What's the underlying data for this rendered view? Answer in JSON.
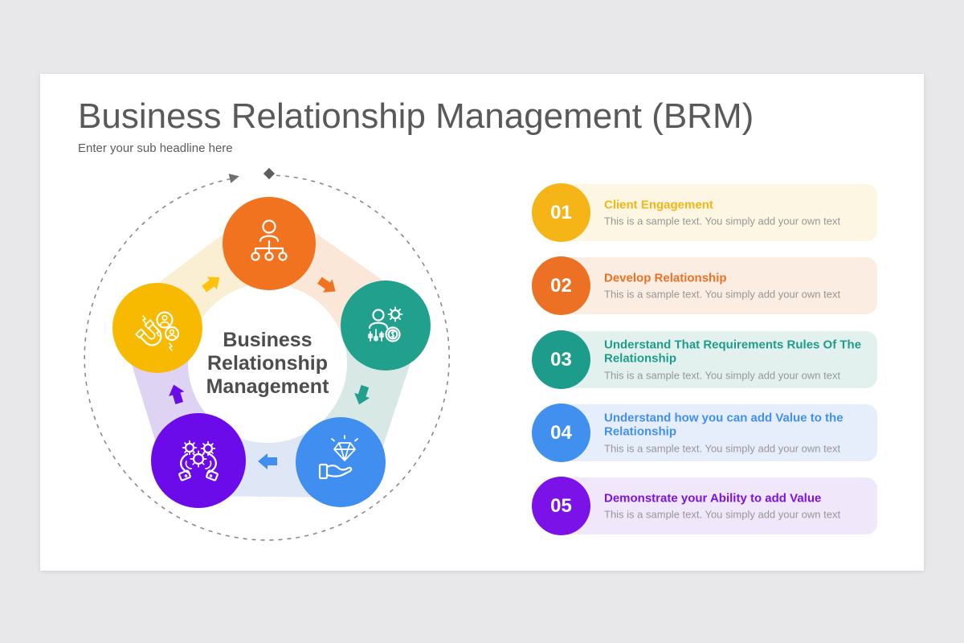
{
  "header": {
    "title": "Business Relationship Management (BRM)",
    "subtitle": "Enter your sub headline here"
  },
  "diagram": {
    "center_lines": [
      "Business",
      "Relationship",
      "Management"
    ],
    "flow": "clockwise-dashed-circle-with-arrowhead-and-diamond-start-marker",
    "nodes": [
      {
        "name": "org-hierarchy",
        "icon": "person-org-chart-icon",
        "color": "#F1731F",
        "petal_to_next": "#FAE7D8"
      },
      {
        "name": "people-management",
        "icon": "person-gear-money-icon",
        "color": "#21A08E",
        "petal_to_next": "#D8E9E5"
      },
      {
        "name": "value-delivery",
        "icon": "hand-holding-diamond-icon",
        "color": "#3F8EF0",
        "petal_to_next": "#DFE7F7"
      },
      {
        "name": "process-gears",
        "icon": "hands-holding-gears-icon",
        "color": "#6C0BEA",
        "petal_to_next": "#DFD3F3"
      },
      {
        "name": "client-attraction",
        "icon": "magnet-attracting-people-icon",
        "color": "#F7BA00",
        "petal_to_next": "#FAEFD2"
      }
    ]
  },
  "list": {
    "items": [
      {
        "number": "01",
        "title": "Client Engagement",
        "description": "This is a sample text. You simply add your own text",
        "accent": "#F5B517",
        "bg": "#FDF6E2"
      },
      {
        "number": "02",
        "title": "Develop Relationship",
        "description": "This is a sample text. You simply add your own text",
        "accent": "#ED7125",
        "bg": "#FBEDE1"
      },
      {
        "number": "03",
        "title": "Understand That Requirements Rules Of The Relationship",
        "description": "This is a sample text. You simply add your own text",
        "accent": "#1D9C8B",
        "bg": "#E3F1EE"
      },
      {
        "number": "04",
        "title": "Understand how you can add Value to the Relationship",
        "description": "This is a sample text. You simply add your own text",
        "accent": "#4190F0",
        "bg": "#E6EEFB"
      },
      {
        "number": "05",
        "title": "Demonstrate your Ability to add Value",
        "description": "This is a sample text. You simply add your own text",
        "accent": "#7B12E8",
        "bg": "#F1E7FA"
      }
    ]
  }
}
